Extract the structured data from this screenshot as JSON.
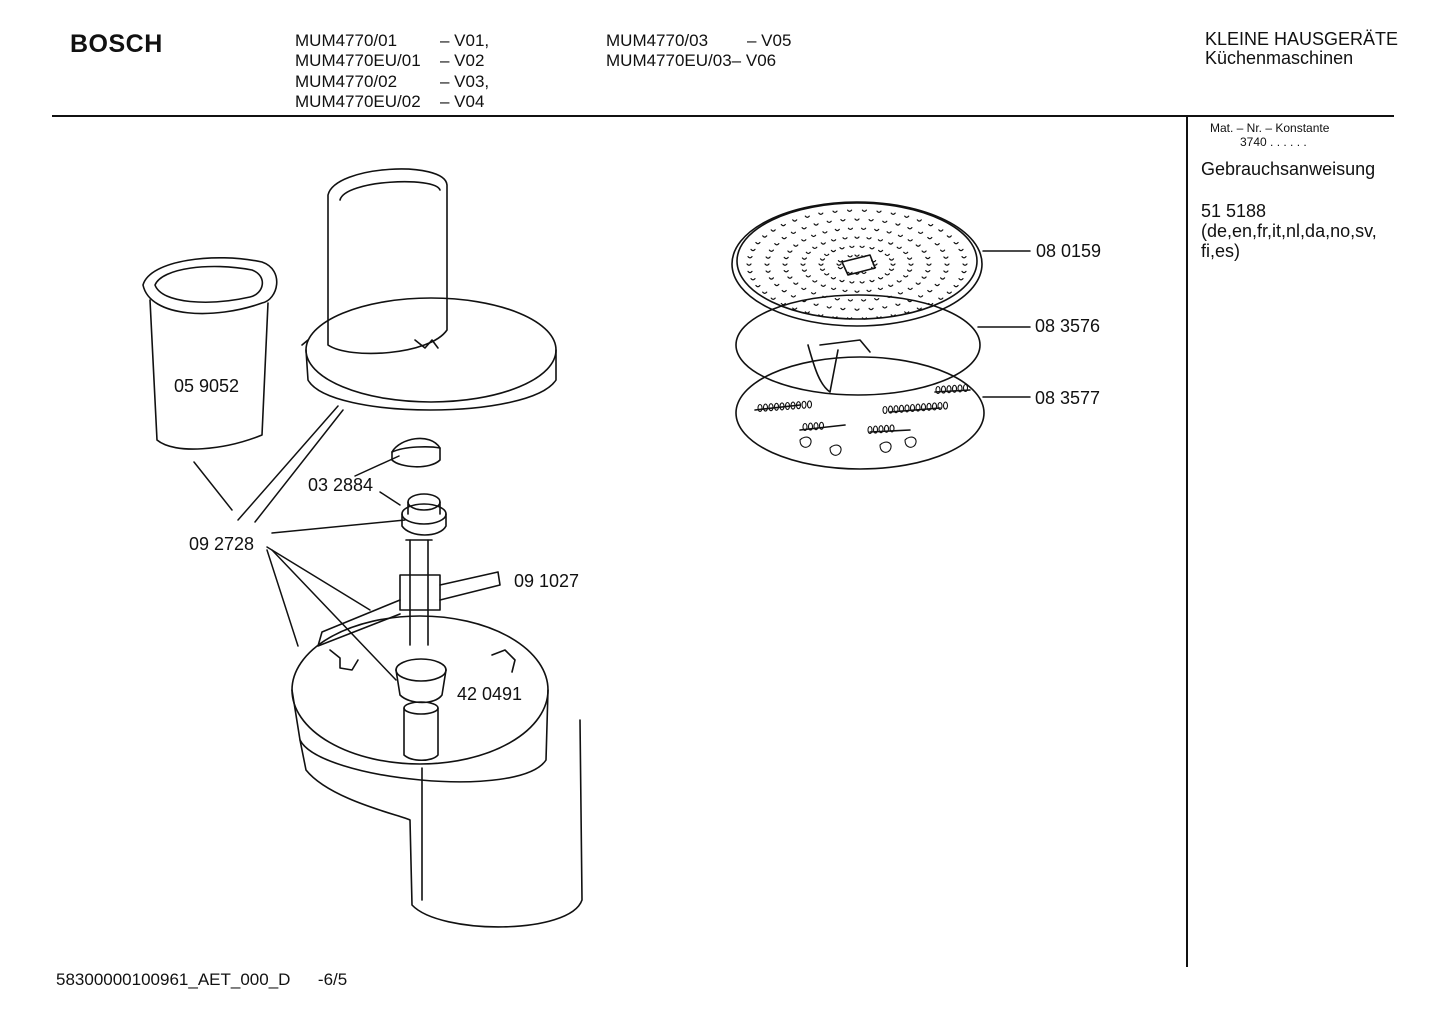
{
  "header": {
    "brand": "BOSCH",
    "models_col1": [
      {
        "code": "MUM4770/01",
        "variant": "– V01,"
      },
      {
        "code": "MUM4770EU/01",
        "variant": "– V02"
      },
      {
        "code": "MUM4770/02",
        "variant": "– V03,"
      },
      {
        "code": "MUM4770EU/02",
        "variant": "– V04"
      }
    ],
    "models_col2": [
      {
        "code": "MUM4770/03",
        "variant": "– V05"
      },
      {
        "code": "MUM4770EU/03",
        "variant": "– V06"
      }
    ],
    "category": "KLEINE HAUSGERÄTE",
    "subcategory": "Küchenmaschinen"
  },
  "sidebar": {
    "mat_nr_label": "Mat. – Nr. – Konstante",
    "mat_nr_value": "3740 .  .  .  .  .  .",
    "doc_type": "Gebrauchsanweisung",
    "doc_number": "51 5188",
    "languages_line1": "(de,en,fr,it,nl,da,no,sv,",
    "languages_line2": "fi,es)"
  },
  "parts": {
    "p059052": "05 9052",
    "p032884": "03 2884",
    "p092728": "09 2728",
    "p091027": "09 1027",
    "p420491": "42 0491",
    "p080159": "08 0159",
    "p083576": "08 3576",
    "p083577": "08 3577"
  },
  "footer": {
    "doc_id": "58300000100961_AET_000_D",
    "page": "-6/5"
  }
}
